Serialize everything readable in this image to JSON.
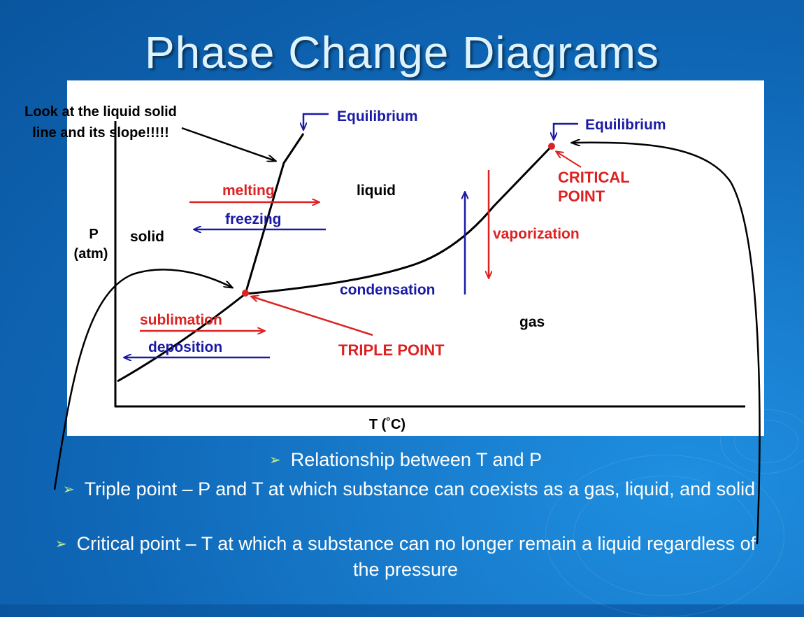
{
  "slide": {
    "title": "Phase Change Diagrams"
  },
  "note": {
    "text": "Look at the liquid solid line and its slope!!!!!"
  },
  "diagram": {
    "axis_y": "P",
    "axis_y_unit": "(atm)",
    "axis_x": "T  (˚C)",
    "regions": {
      "solid": "solid",
      "liquid": "liquid",
      "gas": "gas"
    },
    "processes": {
      "melting": "melting",
      "freezing": "freezing",
      "vaporization": "vaporization",
      "condensation": "condensation",
      "sublimation": "sublimation",
      "deposition": "deposition"
    },
    "points": {
      "equilibrium_left": "Equilibrium",
      "equilibrium_right": "Equilibrium",
      "critical_line1": "CRITICAL",
      "critical_line2": "POINT",
      "triple": "TRIPLE POINT"
    },
    "colors": {
      "red": "#dd2222",
      "blue": "#1a1aa6",
      "curve": "#000000"
    }
  },
  "bullets": [
    {
      "text": "Relationship between T and P"
    },
    {
      "text": "Triple point – P and T at which substance can coexists as a gas, liquid, and solid"
    },
    {
      "text": "Critical point – T at which a substance can no longer remain a liquid regardless of the pressure"
    }
  ]
}
